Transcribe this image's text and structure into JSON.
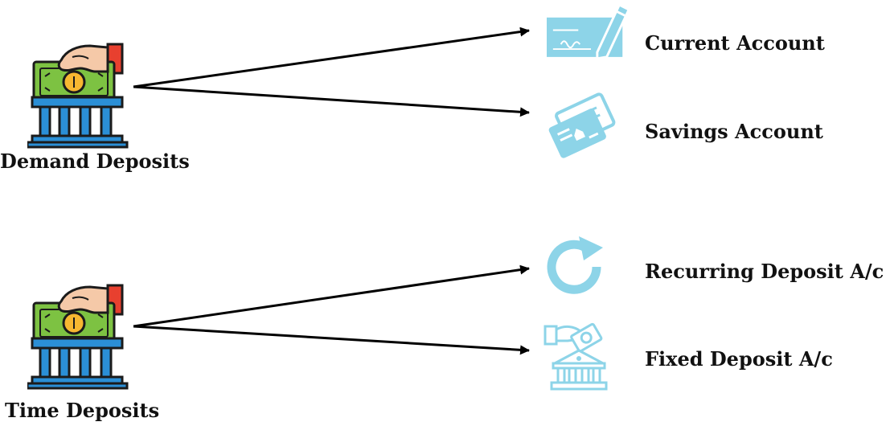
{
  "diagram": {
    "groups": [
      {
        "label": "Demand Deposits",
        "icon": "bank-deposit-icon",
        "targets": [
          {
            "label": "Current Account",
            "icon": "cheque-icon"
          },
          {
            "label": "Savings Account",
            "icon": "passbook-icon"
          }
        ]
      },
      {
        "label": "Time Deposits",
        "icon": "bank-deposit-icon",
        "targets": [
          {
            "label": "Recurring Deposit A/c",
            "icon": "refresh-icon"
          },
          {
            "label": "Fixed Deposit A/c",
            "icon": "hand-money-bank-icon"
          }
        ]
      }
    ]
  },
  "colors": {
    "cash_green": "#7dc242",
    "coin_gold": "#f7b731",
    "bank_blue": "#2b8fd6",
    "skin": "#f5c9a8",
    "cuff_red": "#e8402f",
    "target_icon_blue": "#8dd4e8",
    "outline": "#1b1b1b",
    "arrow": "#000000"
  }
}
